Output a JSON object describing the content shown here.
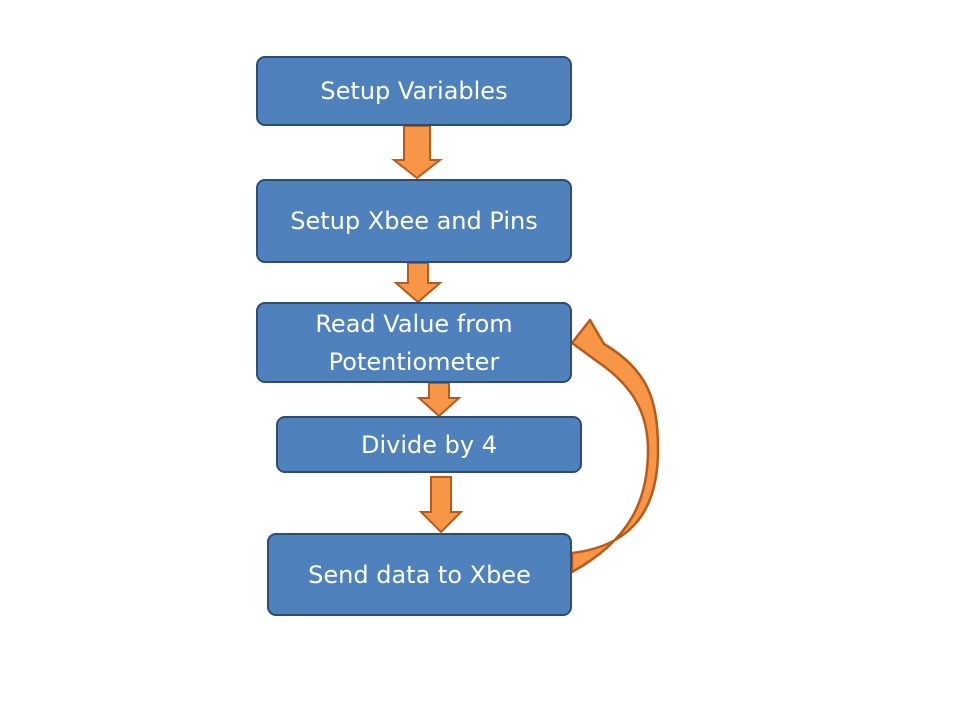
{
  "flowchart": {
    "steps": [
      {
        "label": "Setup Variables"
      },
      {
        "label": "Setup Xbee and Pins"
      },
      {
        "label": "Read Value from Potentiometer"
      },
      {
        "label": "Divide by 4"
      },
      {
        "label": "Send data to Xbee"
      }
    ],
    "loop": {
      "from_step": 5,
      "to_step": 3
    }
  },
  "colors": {
    "box_fill": "#4f81bd",
    "box_border": "#2c4d75",
    "box_text": "#ffffff",
    "arrow_fill": "#f79646",
    "arrow_border": "#b85b1a"
  }
}
